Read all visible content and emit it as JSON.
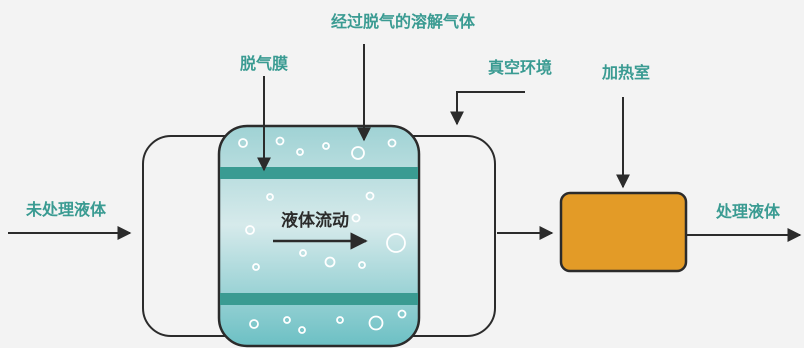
{
  "labels": {
    "dissolved_gas": "经过脱气的溶解气体",
    "membrane": "脱气膜",
    "vacuum": "真空环境",
    "heating_chamber": "加热室",
    "untreated_liquid": "未处理液体",
    "treated_liquid": "处理液体",
    "liquid_flow": "液体流动"
  },
  "colors": {
    "label": "#3a9b92",
    "membrane_band": "#3a9b92",
    "liquid_top": "#a8d6d8",
    "liquid_mid": "#cfe6e7",
    "liquid_bottom": "#6ec2c6",
    "heater": "#e39b27",
    "line": "#2b2b2b",
    "background": "#f3f3f3"
  }
}
